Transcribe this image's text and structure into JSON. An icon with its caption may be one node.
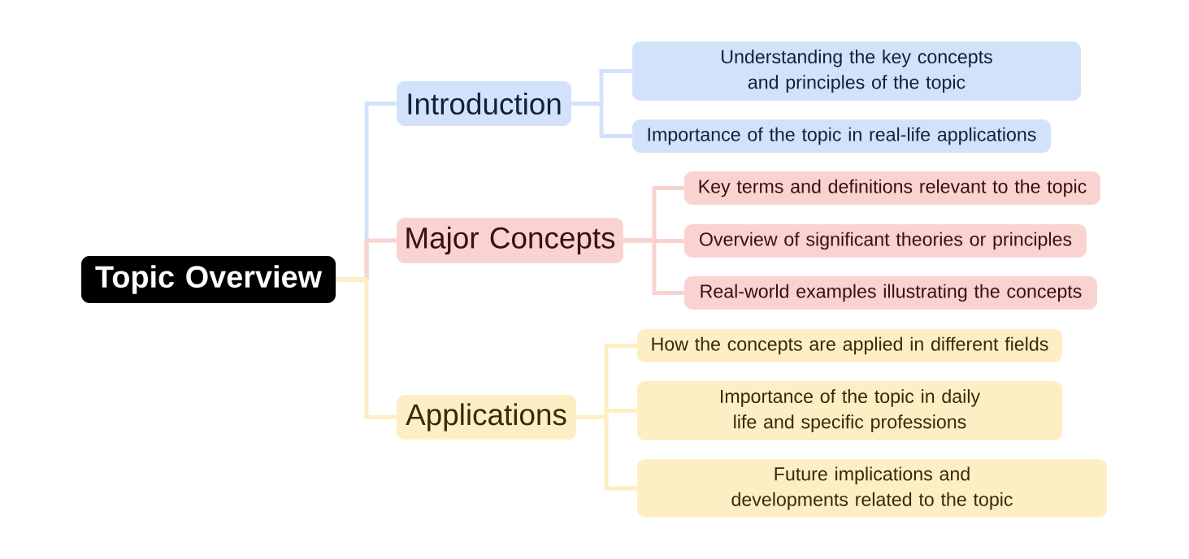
{
  "diagram": {
    "nodes": [
      {
        "text": [
          "Topic Overview"
        ]
      },
      {
        "text": [
          "Introduction"
        ]
      },
      {
        "text": [
          "Major Concepts"
        ]
      },
      {
        "text": [
          "Applications"
        ]
      },
      {
        "text": [
          "Understanding the key concepts and principles of the topic"
        ]
      },
      {
        "text": [
          "Importance of the topic in real-life applications"
        ]
      },
      {
        "text": [
          "Key terms and definitions relevant to the topic"
        ]
      },
      {
        "text": [
          "Overview of significant theories or principles"
        ]
      },
      {
        "text": [
          "Real-world examples illustrating the concepts"
        ]
      },
      {
        "text": [
          "How the concepts are applied in different fields"
        ]
      },
      {
        "text": [
          "Importance of the topic in daily life and specific professions"
        ]
      },
      {
        "text": [
          "Future implications and developments related to the topic"
        ]
      }
    ],
    "edges": [
      {
        "from": 0,
        "to": 1,
        "arrow": "none",
        "color": "#d3e2fb"
      },
      {
        "from": 0,
        "to": 2,
        "arrow": "none",
        "color": "#f9d3d0"
      },
      {
        "from": 0,
        "to": 3,
        "arrow": "none",
        "color": "#fdefc3"
      },
      {
        "from": 1,
        "to": 4,
        "arrow": "none",
        "color": "#d3e2fb"
      },
      {
        "from": 1,
        "to": 5,
        "arrow": "none",
        "color": "#d3e2fb"
      },
      {
        "from": 2,
        "to": 6,
        "arrow": "none",
        "color": "#f9d3d0"
      },
      {
        "from": 2,
        "to": 7,
        "arrow": "none",
        "color": "#f9d3d0"
      },
      {
        "from": 2,
        "to": 8,
        "arrow": "none",
        "color": "#f9d3d0"
      },
      {
        "from": 3,
        "to": 9,
        "arrow": "none",
        "color": "#fdefc3"
      },
      {
        "from": 3,
        "to": 10,
        "arrow": "none",
        "color": "#fdefc3"
      },
      {
        "from": 3,
        "to": 11,
        "arrow": "none",
        "color": "#fdefc3"
      }
    ]
  }
}
